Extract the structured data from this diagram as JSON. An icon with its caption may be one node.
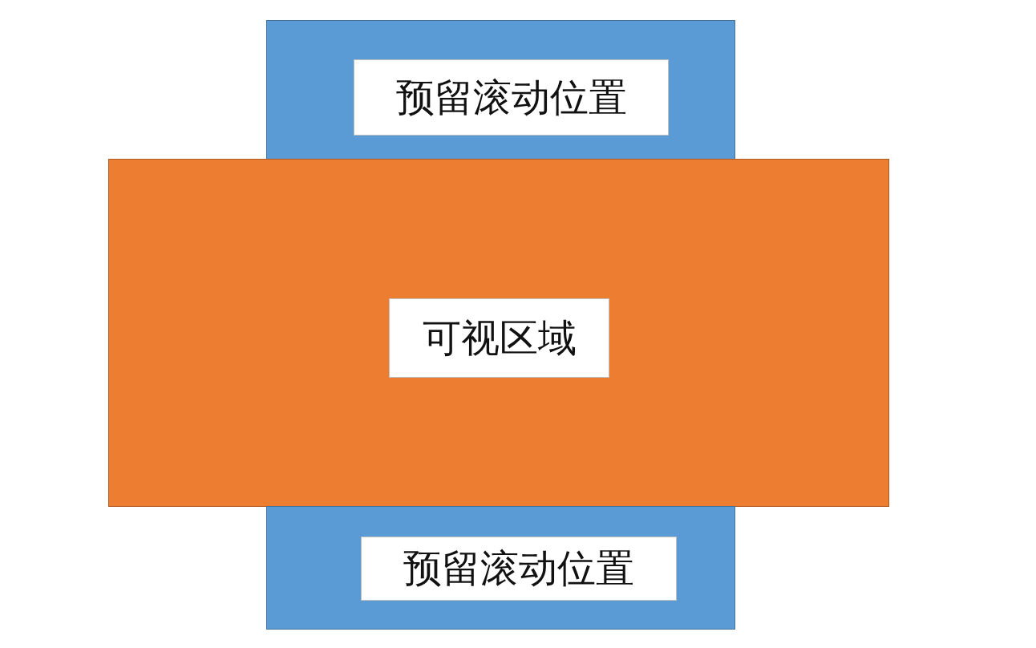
{
  "diagram": {
    "nodes": [
      {
        "text": [],
        "shape": "box"
      },
      {
        "text": [
          "预留滚动位置"
        ],
        "in": 0
      },
      {
        "text": [],
        "shape": "box"
      },
      {
        "text": [
          "可视区域"
        ],
        "in": 2
      },
      {
        "text": [],
        "shape": "box"
      },
      {
        "text": [
          "预留滚动位置"
        ],
        "in": 4
      }
    ]
  }
}
